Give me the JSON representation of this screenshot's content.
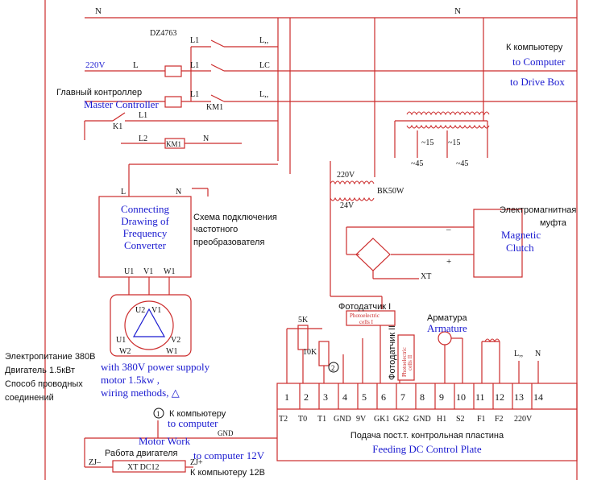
{
  "colors": {
    "wire": "#cc2b2b",
    "blue": "#1a1ad0",
    "black": "#111111"
  },
  "bus": {
    "n_left": "N",
    "n_right": "N"
  },
  "breaker": {
    "model": "DZ4763",
    "l1_top": "L1",
    "l1_mid": "L1",
    "l1_bot": "L1",
    "out_top": "L,,",
    "out_mid": "LC",
    "out_bot": "L,,",
    "km1": "KM1"
  },
  "supply": {
    "voltage": "220V",
    "phase": "L"
  },
  "right_labels": {
    "ru_computer": "К компьютеру",
    "en_computer": "to Computer",
    "en_drive_box": "to Drive Box"
  },
  "master": {
    "ru": "Главный контроллер",
    "en": "Master Controller"
  },
  "coil": {
    "k1": "K1",
    "l1": "L1",
    "l2": "L2",
    "km1": "KM1",
    "n": "N"
  },
  "transformer_right": {
    "a": "~15",
    "b": "~15",
    "c": "~45",
    "d": "~45"
  },
  "vfd": {
    "l": "L",
    "n": "N",
    "line1": "Connecting",
    "line2": "Drawing of",
    "line3": "Frequency",
    "line4": "Converter",
    "u1": "U1",
    "v1": "V1",
    "w1": "W1",
    "ru1": "Схема подключения",
    "ru2": "частотного",
    "ru3": "преобразователя"
  },
  "transformer": {
    "primary": "220V",
    "model": "BK50W",
    "secondary": "24V"
  },
  "clutch": {
    "ru1": "Электромагнитная",
    "ru2": "муфта",
    "en1": "Magnetic",
    "en2": "Clutch",
    "minus": "–",
    "plus": "+",
    "xt": "XT"
  },
  "motor": {
    "u2": "U2",
    "v1": "V1",
    "u1": "U1",
    "v2": "V2",
    "w2": "W2",
    "w1": "W1"
  },
  "left_notes": {
    "ru1": "Электропитание 380В",
    "ru2": "Двигатель 1.5кВт",
    "ru3": "Способ проводных",
    "ru4": "соединений",
    "en1": "with 380V power suppoly",
    "en2": "motor 1.5kw ,",
    "en3": "wiring methods, △"
  },
  "photocell": {
    "ru1": "Фотодатчик I",
    "cell1a": "Photoelectric",
    "cell1b": "cells I",
    "ru2": "Фотодатчик II",
    "cell2a": "Photoelectric",
    "cell2b": "cells II"
  },
  "armature": {
    "ru": "Арматура",
    "en": "Armature"
  },
  "pots": {
    "r1": "5K",
    "r2": "10K",
    "mark": "2"
  },
  "terminal": {
    "numbers": [
      "1",
      "2",
      "3",
      "4",
      "5",
      "6",
      "7",
      "8",
      "9",
      "10",
      "11",
      "12",
      "13",
      "14"
    ],
    "labels": [
      "T2",
      "T0",
      "T1",
      "GND",
      "9V",
      "GK1",
      "GK2",
      "GND",
      "H1",
      "S2",
      "F1",
      "F2",
      "220V",
      ""
    ],
    "top_l": "L,,",
    "top_n": "N",
    "ru": "Подача пост.т. контрольная пластина",
    "en": "Feeding DC Control Plate"
  },
  "motor_work": {
    "mark": "1",
    "ru_top": "К компьютеру",
    "en_top": "to computer",
    "en": "Motor Work",
    "gnd": "GND",
    "ru": "Работа двигателя",
    "zj_minus": "ZJ–",
    "zj_plus": "ZJ+",
    "box": "XT DC12",
    "en_bottom": "to computer 12V",
    "ru_bottom": "К компьютеру 12В"
  }
}
